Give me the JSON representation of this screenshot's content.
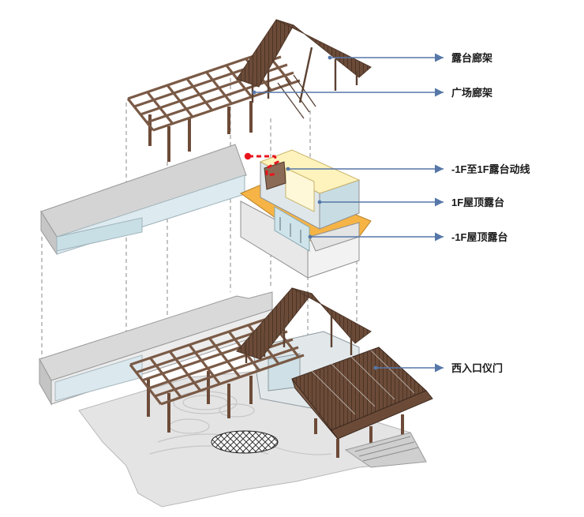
{
  "labels": {
    "terrace_pergola": "露台廊架",
    "plaza_pergola": "广场廊架",
    "circulation": "-1F至1F露台动线",
    "roof_terrace_1f": "1F屋顶露台",
    "roof_terrace_b1": "-1F屋顶露台",
    "west_gate": "西入口仪门"
  },
  "colors": {
    "timber": "#7a5a46",
    "timber_dark": "#4e3628",
    "slab_top": "#d6d6d6",
    "slab_side": "#e8e8e8",
    "glass": "#cfe3ea",
    "terrace_orange": "#f7b74a",
    "terrace_yellow": "#fff6c8",
    "route_red": "#e8141c",
    "leader_blue": "#5677a8",
    "dashed": "#808080"
  }
}
